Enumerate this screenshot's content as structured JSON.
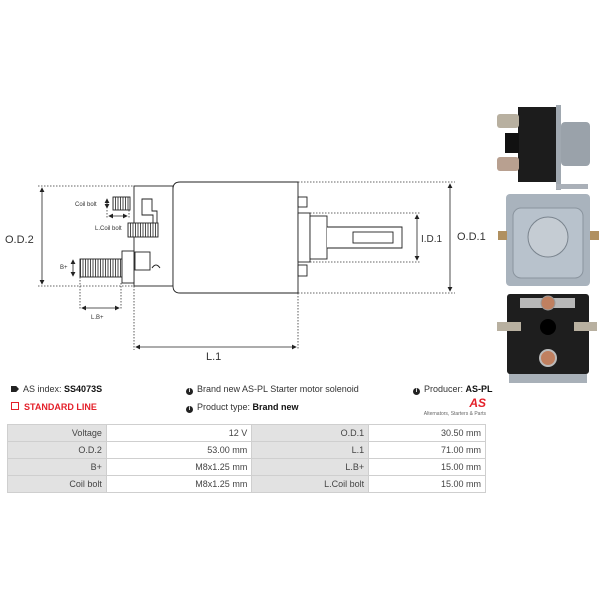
{
  "diagram": {
    "labels": {
      "od2": "O.D.2",
      "od1": "O.D.1",
      "id1": "I.D.1",
      "l1": "L.1",
      "coil_bolt": "Coil bolt",
      "l_coil_bolt": "L.Coil bolt",
      "b_plus": "B+",
      "l_b_plus": "L.B+"
    }
  },
  "info": {
    "as_index_label": "AS index:",
    "as_index": "SS4073S",
    "standard_line": "STANDARD LINE",
    "description": "Brand new AS-PL Starter motor solenoid",
    "product_type_label": "Product type:",
    "product_type": "Brand new",
    "producer_label": "Producer:",
    "producer": "AS-PL",
    "logo_text": "AS",
    "logo_tagline": "Alternators, Starters & Parts"
  },
  "colors": {
    "accent": "#e4202a"
  },
  "specs": [
    [
      "Voltage",
      "12 V",
      "O.D.1",
      "30.50 mm"
    ],
    [
      "O.D.2",
      "53.00 mm",
      "L.1",
      "71.00 mm"
    ],
    [
      "B+",
      "M8x1.25 mm",
      "L.B+",
      "15.00 mm"
    ],
    [
      "Coil bolt",
      "M8x1.25 mm",
      "L.Coil bolt",
      "15.00 mm"
    ]
  ]
}
